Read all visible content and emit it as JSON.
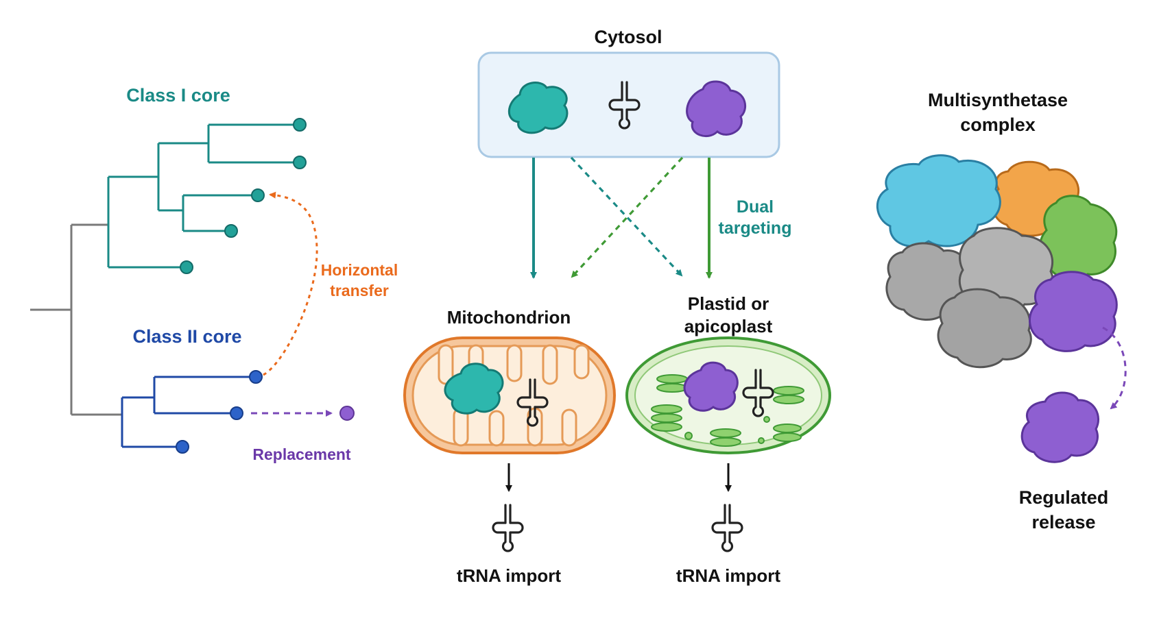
{
  "phylogeny": {
    "class1_label": "Class I core",
    "class2_label": "Class II core",
    "horizontal_transfer_label": [
      "Horizontal",
      "transfer"
    ],
    "replacement_label": "Replacement"
  },
  "compartments": {
    "cytosol_label": "Cytosol",
    "dual_targeting_label": [
      "Dual",
      "targeting"
    ],
    "mitochondrion_label": "Mitochondrion",
    "plastid_label": [
      "Plastid or",
      "apicoplast"
    ],
    "trna_import_left": "tRNA import",
    "trna_import_right": "tRNA import"
  },
  "complex": {
    "title": [
      "Multisynthetase",
      "complex"
    ],
    "release_label": [
      "Regulated",
      "release"
    ]
  },
  "colors": {
    "teal": "#1a8a86",
    "teal_fill": "#2db7ad",
    "blue": "#1f49a6",
    "orange": "#ea6a1c",
    "purple": "#7a48b8",
    "purple_fill": "#8e5fd1",
    "green": "#3f9a35",
    "gray": "#6f6f6f"
  },
  "icons": [
    "trna-cloverleaf-icon",
    "enzyme-blob-icon"
  ]
}
